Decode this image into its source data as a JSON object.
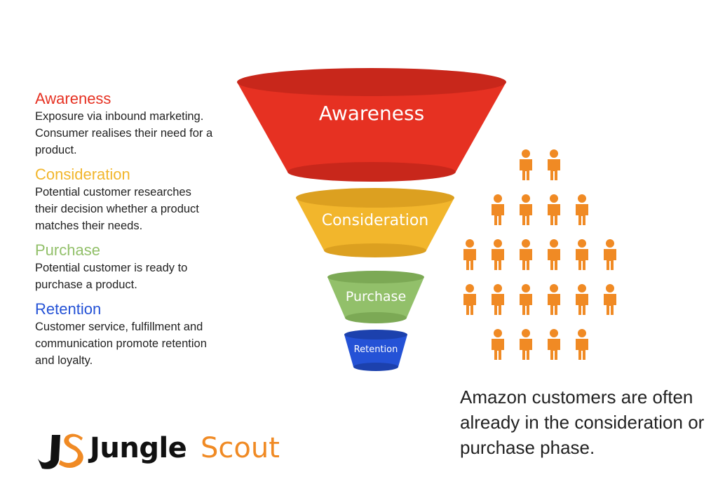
{
  "stages": [
    {
      "title": "Awareness",
      "color": "#e63122",
      "description": "Exposure via inbound marketing.\nConsumer realises their need for a\nproduct."
    },
    {
      "title": "Consideration",
      "color": "#f2b62c",
      "description": "Potential customer researches\ntheir decision whether a product\nmatches their needs."
    },
    {
      "title": "Purchase",
      "color": "#92c06a",
      "description": "Potential customer is ready to\npurchase a product."
    },
    {
      "title": "Retention",
      "color": "#2452d6",
      "description": "Customer service, fulfillment and\ncommunication promote retention\nand loyalty."
    }
  ],
  "people_rows": [
    2,
    4,
    6,
    6,
    4
  ],
  "people_color": "#f08a24",
  "note": "Amazon customers are often already in the consideration or purchase phase.",
  "logo": {
    "word1": "Jungle",
    "word2": "Scout",
    "accent": "#f08a24"
  }
}
